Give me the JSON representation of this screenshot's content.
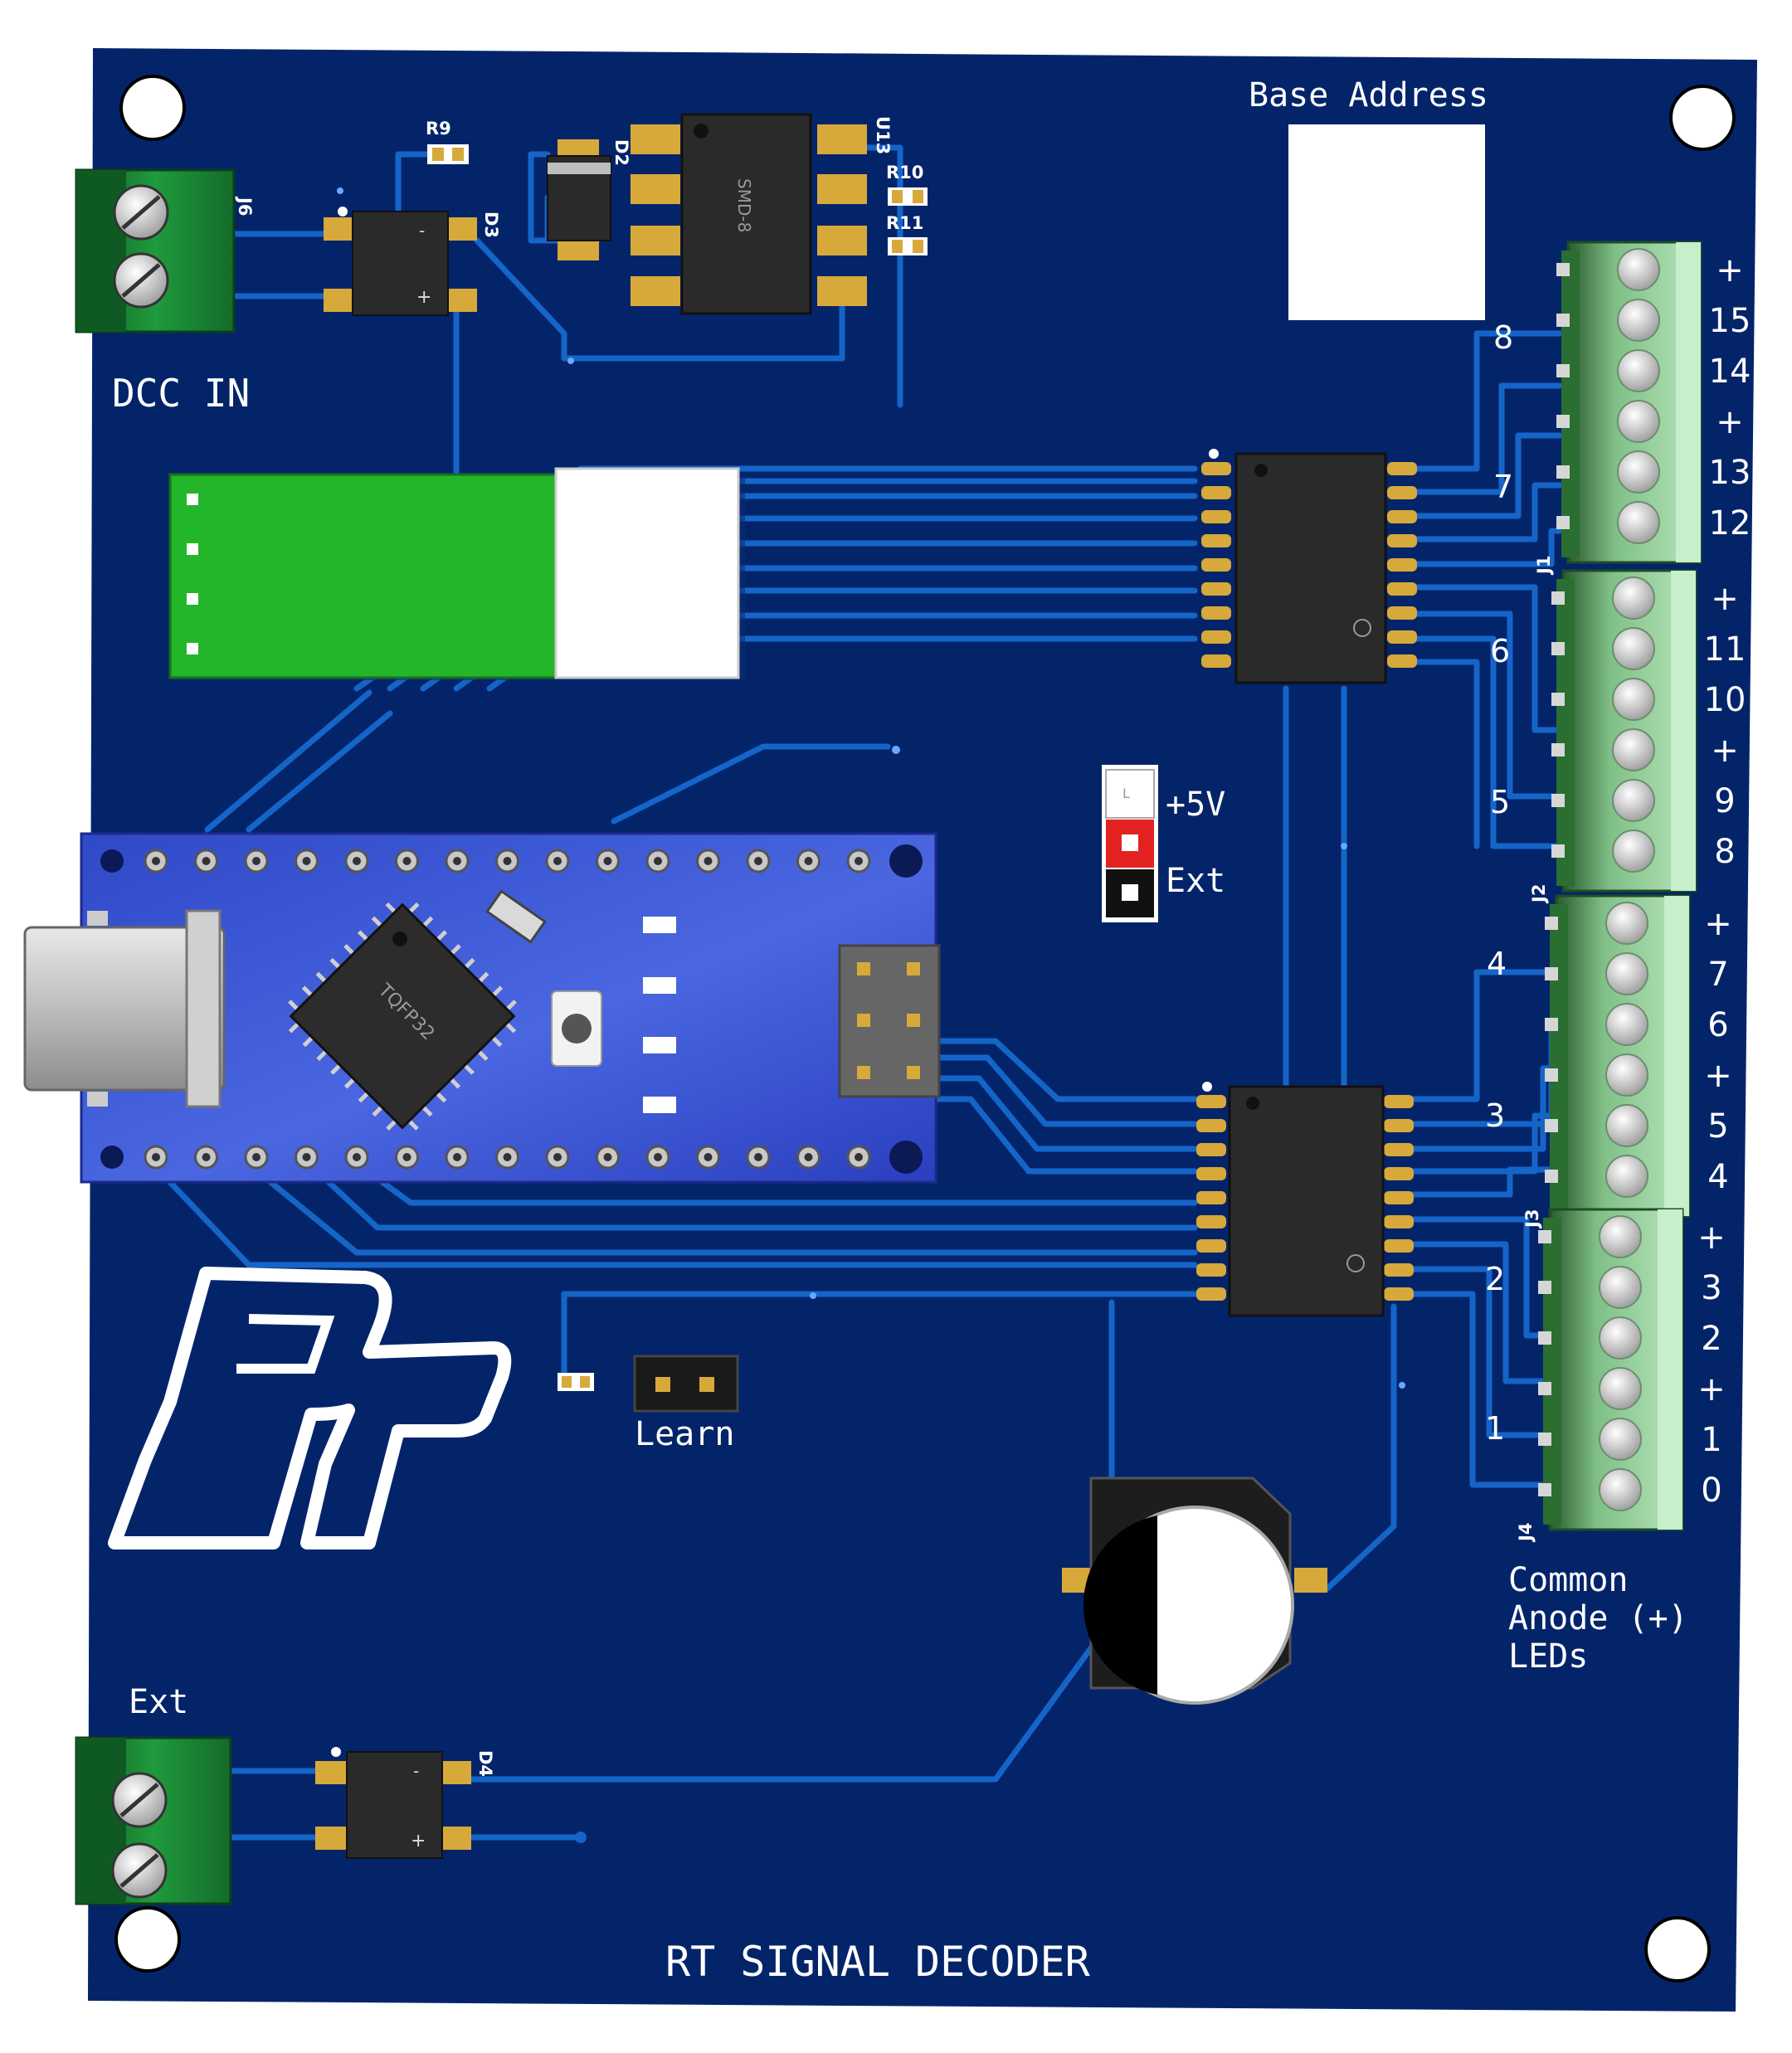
{
  "colors": {
    "board": "#04246a",
    "trace": "#1565c8",
    "silkscreen": "#ffffff",
    "nano_board": "#3a56d8",
    "terminal_green": "#1e8c3a",
    "terminal_light": "#9fd8a4",
    "pad_gold": "#d6a93a",
    "jumper_red": "#e52222"
  },
  "board": {
    "title": "RT SIGNAL DECODER",
    "logo_text": "RT"
  },
  "dcc_input": {
    "connector_ref": "J6",
    "label": "DCC IN",
    "diode_ref": "D3"
  },
  "ext_input": {
    "label": "Ext",
    "diode_ref": "D4"
  },
  "regulator": {
    "resistor_top": "R9",
    "diode_ref": "D2",
    "ic_ref": "U13",
    "ic_marking": "SMD-8",
    "resistor_a": "R10",
    "resistor_b": "R11"
  },
  "base_address": {
    "label": "Base Address"
  },
  "power_jumper": {
    "top_label": "+5V",
    "bottom_label": "Ext",
    "pin_marker": "L"
  },
  "learn_jumper": {
    "label": "Learn"
  },
  "microcontroller": {
    "package_marking": "TQFP32"
  },
  "terminal_blocks": [
    {
      "ref": "J1",
      "pins": [
        "+",
        "15",
        "14",
        "+",
        "13",
        "12"
      ]
    },
    {
      "ref": "J2",
      "pins": [
        "+",
        "11",
        "10",
        "+",
        "9",
        "8"
      ]
    },
    {
      "ref": "J3",
      "pins": [
        "+",
        "7",
        "6",
        "+",
        "5",
        "4"
      ]
    },
    {
      "ref": "J4",
      "pins": [
        "+",
        "3",
        "2",
        "+",
        "1",
        "0"
      ]
    }
  ],
  "signal_numbers": [
    "8",
    "7",
    "6",
    "5",
    "4",
    "3",
    "2",
    "1"
  ],
  "led_note": {
    "line1": "Common",
    "line2": "Anode (+)",
    "line3": "LEDs"
  }
}
